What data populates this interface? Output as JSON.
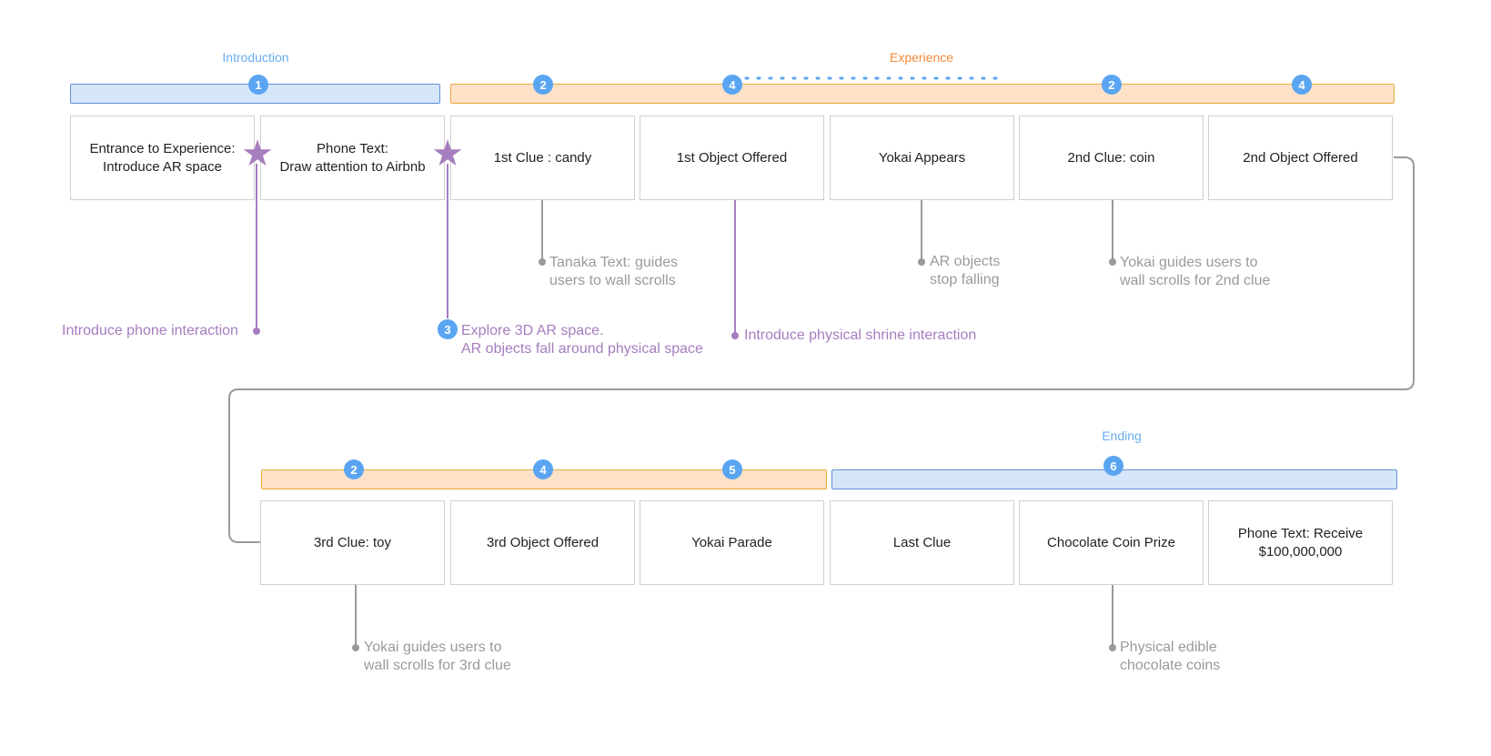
{
  "sections": {
    "introduction": "Introduction",
    "experience": "Experience",
    "ending": "Ending"
  },
  "badges": {
    "b1": "1",
    "b2a": "2",
    "b4a": "4",
    "b2b": "2",
    "b4b": "4",
    "b2c": "2",
    "b4c": "4",
    "b5": "5",
    "b6": "6",
    "b3": "3"
  },
  "row1": [
    "Entrance to Experience:\nIntroduce AR space",
    "Phone Text:\nDraw attention to Airbnb",
    "1st Clue : candy",
    "1st Object Offered",
    "Yokai Appears",
    "2nd Clue: coin",
    "2nd Object Offered"
  ],
  "row2": [
    "3rd Clue: toy",
    "3rd Object Offered",
    "Yokai Parade",
    "Last Clue",
    "Chocolate Coin Prize",
    "Phone Text: Receive\n$100,000,000"
  ],
  "notes": {
    "tanaka": "Tanaka Text: guides\nusers to wall scrolls",
    "ar_stop": "AR objects\nstop falling",
    "yokai_2nd": "Yokai guides users to\nwall scrolls for 2nd clue",
    "phone_interaction": "Introduce phone interaction",
    "explore": "Explore 3D AR space.\nAR objects fall around physical space",
    "shrine": "Introduce physical shrine interaction",
    "yokai_3rd": "Yokai guides users to\nwall scrolls for 3rd clue",
    "chocolate": "Physical edible\nchocolate coins"
  },
  "icons": {
    "star": "star-icon"
  },
  "colors": {
    "blue_label": "#6aaef0",
    "orange_label": "#f48b3a",
    "badge": "#5aa5f2",
    "purple": "#a67dbf",
    "gray": "#9a9a9a"
  }
}
